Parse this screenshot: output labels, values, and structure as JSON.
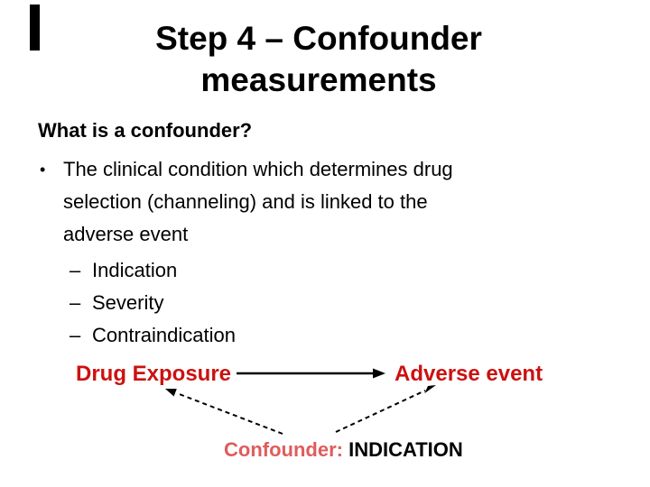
{
  "slide": {
    "title_line1": "Step 4 – Confounder",
    "title_line2": "measurements",
    "heading": "What is a confounder?",
    "bullet": {
      "marker": "•",
      "lines": [
        "The clinical condition which determines drug",
        "selection (channeling) and is linked to the",
        "adverse event"
      ]
    },
    "sub_bullets": [
      {
        "marker": "–",
        "label": "Indication"
      },
      {
        "marker": "–",
        "label": "Severity"
      },
      {
        "marker": "–",
        "label": "Contraindication"
      }
    ],
    "diagram": {
      "exposure_label": "Drug Exposure",
      "outcome_label": "Adverse event",
      "confounder_prefix": "Confounder:",
      "confounder_value": "INDICATION",
      "relation": "Confounder (indication) influences both drug exposure and adverse event"
    },
    "colors": {
      "strong_red": "#cc1111",
      "soft_red": "#e05c5c",
      "text_black": "#000000",
      "background": "#ffffff"
    }
  }
}
